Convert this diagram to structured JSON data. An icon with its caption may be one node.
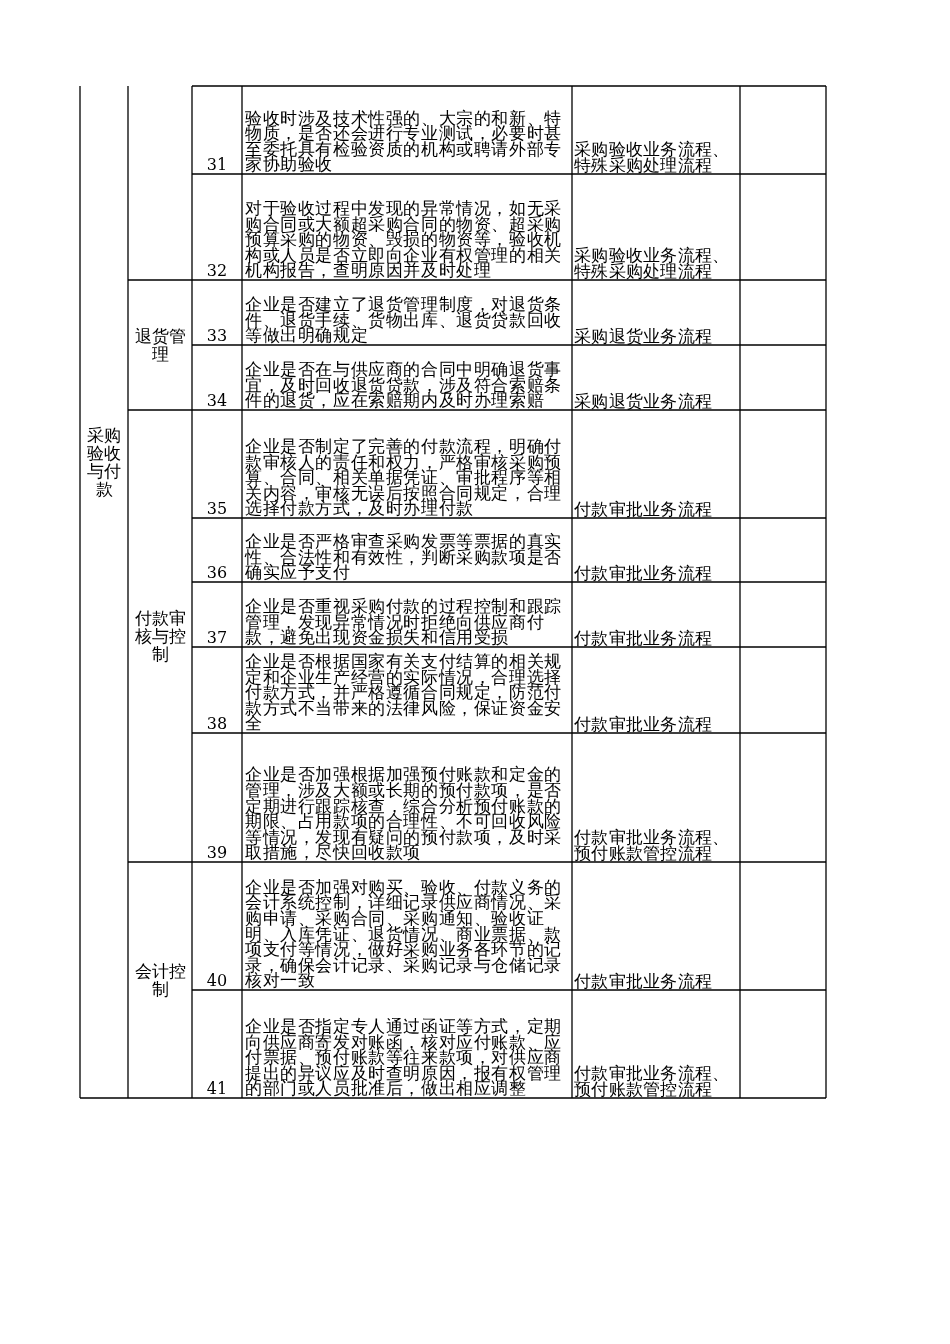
{
  "diagram": {
    "labels": [
      "采购验收与付款",
      "31",
      "验收时涉及技术性强的、大宗的和新、特物质，是否还会进行专业测试，必要时甚至委托具有检验资质的机构或聘请外部专家协助验收",
      "采购验收业务流程、特殊采购处理流程",
      "32",
      "对于验收过程中发现的异常情况，如无采购合同或大额超采购合同的物资、超采购预算采购的物资、毁损的物资等，验收机构或人员是否立即向企业有权管理的相关机构报告，查明原因并及时处理",
      "采购验收业务流程、特殊采购处理流程",
      "退货管理",
      "33",
      "企业是否建立了退货管理制度，对退货条件、退货手续、货物出库、退货贷款回收等做出明确规定",
      "采购退货业务流程",
      "34",
      "企业是否在与供应商的合同中明确退货事宜，及时回收退货贷款，涉及符合索赔条件的退货，应在索赔期内及时办理索赔",
      "采购退货业务流程",
      "付款审核与控制",
      "35",
      "企业是否制定了完善的付款流程，明确付款审核人的责任和权力，严格审核采购预算、合同、相关单据凭证、审批程序等相关内容，审核无误后按照合同规定，合理选择付款方式，及时办理付款",
      "付款审批业务流程",
      "36",
      "企业是否严格审查采购发票等票据的真实性、合法性和有效性，判断采购款项是否确实应予支付",
      "付款审批业务流程",
      "37",
      "企业是否重视采购付款的过程控制和跟踪管理，发现异常情况时拒绝向供应商付款，避免出现资金损失和信用受损",
      "付款审批业务流程",
      "38",
      "企业是否根据国家有关支付结算的相关规定和企业生产经营的实际情况，合理选择付款方式，并严格遵循合同规定，防范付款方式不当带来的法律风险，保证资金安全",
      "付款审批业务流程",
      "39",
      "企业是否加强根据加强预付账款和定金的管理，涉及大额或长期的预付款项，是否定期进行跟踪核查，综合分析预付账款的期限、占用款项的合理性、不可回收风险等情况，发现有疑问的预付款项，及时采取措施，尽快回收款项",
      "付款审批业务流程、预付账款管控流程",
      "会计控制",
      "40",
      "企业是否加强对购买、验收、付款义务的会计系统控制，详细记录供应商情况、采购申请、采购合同、采购通知、验收证明、入库凭证、退货情况、商业票据、款项支付等情况，做好采购业务各环节的记录，确保会计记录、采购记录与仓储记录核对一致",
      "付款审批业务流程",
      "41",
      "企业是否指定专人通过函证等方式，定期向供应商寄发对账函，核对应付账款、应付票据、预付账款等往来款项，对供应商提出的异议应及时查明原因，报有权管理的部门或人员批准后，做出相应调整",
      "付款审批业务流程、预付账款管控流程"
    ]
  }
}
